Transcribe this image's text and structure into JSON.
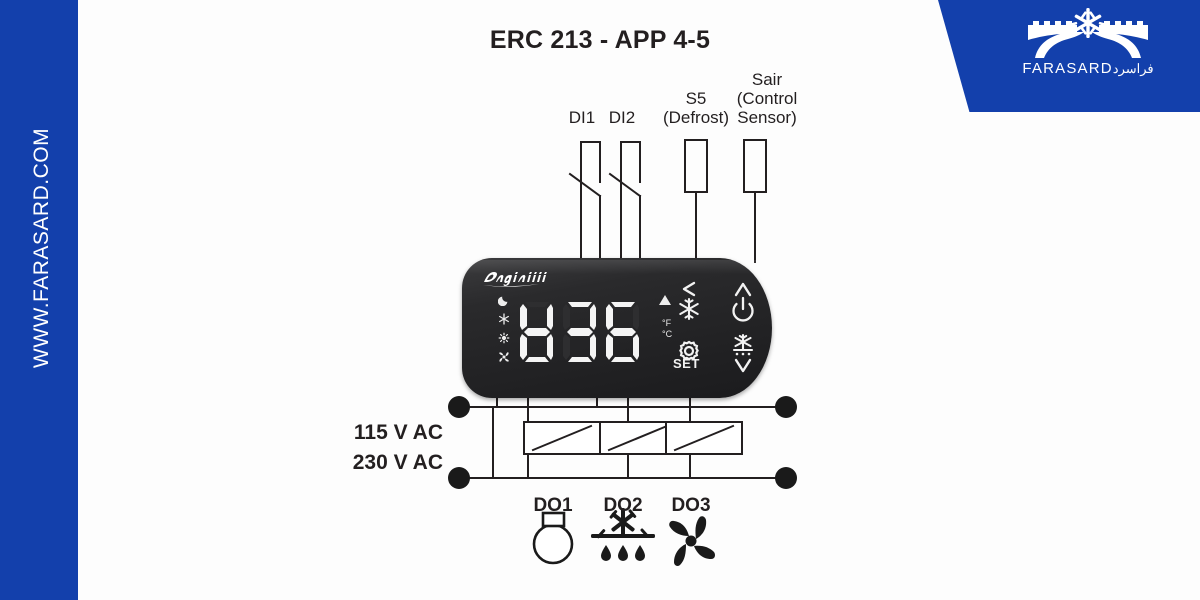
{
  "brand": {
    "website": "WWW.FARASARD.COM",
    "logo_name": "FARASARD",
    "logo_name_fa": "فراسرد",
    "logo_icon": "snowflake-gear-icon",
    "accent_color": "#1340ac"
  },
  "diagram": {
    "title": "ERC 213 - APP 4-5",
    "inputs": [
      {
        "id": "di1",
        "label": "DI1",
        "type": "switch"
      },
      {
        "id": "di2",
        "label": "DI2",
        "type": "switch"
      },
      {
        "id": "s5",
        "label": "S5\n(Defrost)",
        "line1": "S5",
        "line2": "(Defrost)",
        "type": "sensor"
      },
      {
        "id": "sair",
        "label": "Sair\n(Control Sensor)",
        "line1": "Sair",
        "line2": "(Control",
        "line3": "Sensor)",
        "type": "sensor"
      }
    ],
    "supply": {
      "line1": "115 V AC",
      "line2": "230 V AC"
    },
    "outputs": [
      {
        "id": "do1",
        "label": "DO1",
        "icon": "compressor-icon"
      },
      {
        "id": "do2",
        "label": "DO2",
        "icon": "defrost-heater-icon"
      },
      {
        "id": "do3",
        "label": "DO3",
        "icon": "fan-icon"
      }
    ],
    "relay_count": 3,
    "terminal_dot_count": 4
  },
  "controller": {
    "brand_logo": "danfoss-logo",
    "display_value": "036",
    "units": {
      "fahrenheit": "°F",
      "celsius": "°C"
    },
    "alarm_indicator": "alarm-triangle-icon",
    "status_icons": [
      {
        "name": "night-mode-icon",
        "glyph": "moon"
      },
      {
        "name": "cooling-icon",
        "glyph": "snowflake"
      },
      {
        "name": "defrost-icon",
        "glyph": "sun"
      },
      {
        "name": "fan-icon",
        "glyph": "fan"
      }
    ],
    "buttons": [
      {
        "name": "back-cooling-button",
        "label": "",
        "icons": [
          "chevron-left-icon",
          "snowflake-icon"
        ]
      },
      {
        "name": "up-power-button",
        "label": "",
        "icons": [
          "chevron-up-icon",
          "power-icon"
        ]
      },
      {
        "name": "set-button",
        "label": "SET",
        "icons": [
          "gear-icon"
        ]
      },
      {
        "name": "down-defrost-button",
        "label": "",
        "icons": [
          "defrost-icon",
          "chevron-down-icon"
        ]
      }
    ]
  },
  "chart_data": {
    "type": "table",
    "title": "ERC 213 - APP 4-5",
    "inputs": [
      "DI1",
      "DI2",
      "S5 (Defrost)",
      "Sair (Control Sensor)"
    ],
    "outputs": [
      "DO1",
      "DO2",
      "DO3"
    ],
    "output_devices": [
      "compressor",
      "defrost heater",
      "evaporator fan"
    ],
    "supply_voltages": [
      "115 V AC",
      "230 V AC"
    ],
    "display_reading": "036"
  }
}
